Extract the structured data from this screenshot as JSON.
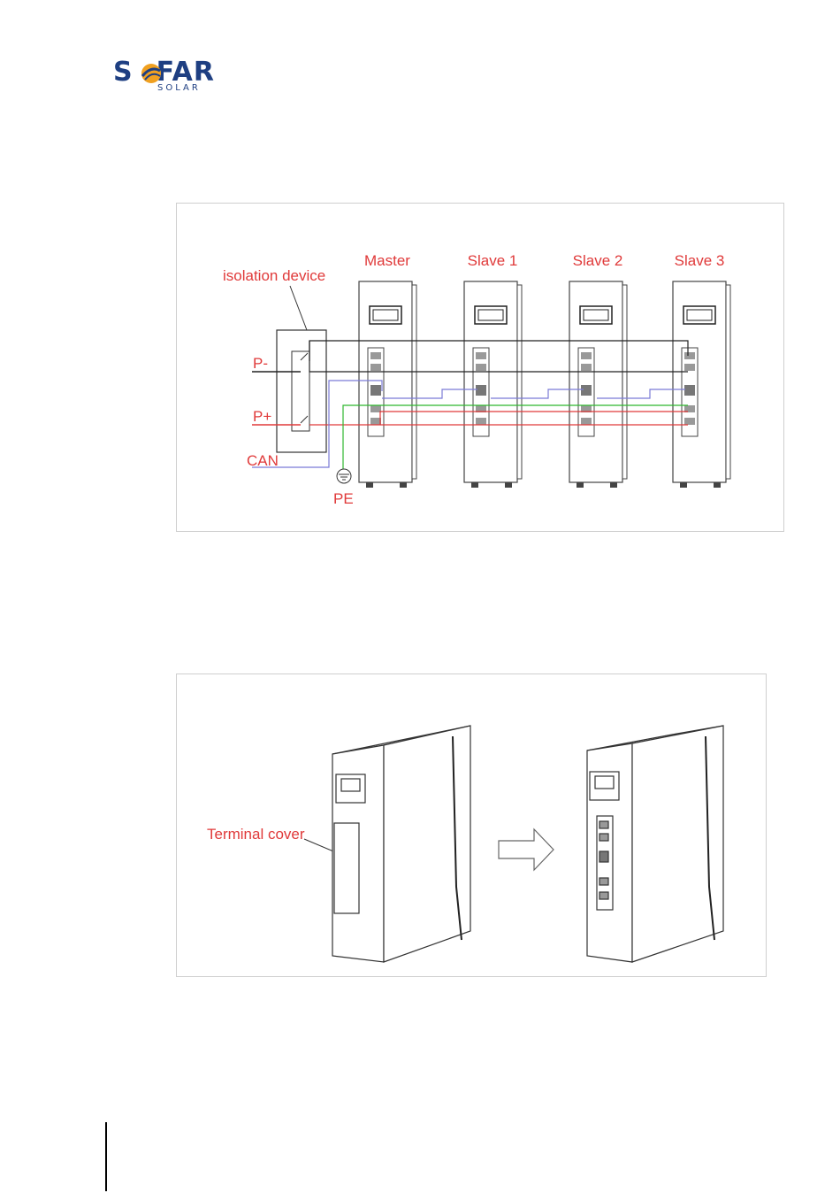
{
  "logo": {
    "main": "SOFAR",
    "sub": "SOLAR",
    "colors": {
      "text": "#1e3f82",
      "sun": "#f0a020"
    }
  },
  "figure1": {
    "units": [
      "Master",
      "Slave 1",
      "Slave 2",
      "Slave 3"
    ],
    "isolation_label": "isolation device",
    "p_minus": "P-",
    "p_plus": "P+",
    "can": "CAN",
    "pe": "PE",
    "colors": {
      "label": "#e03a3a",
      "positive": "#e03a3a",
      "negative": "#222222",
      "can": "#7b7bd6",
      "ground": "#2fb82f"
    }
  },
  "figure2": {
    "terminal_cover_label": "Terminal cover"
  }
}
